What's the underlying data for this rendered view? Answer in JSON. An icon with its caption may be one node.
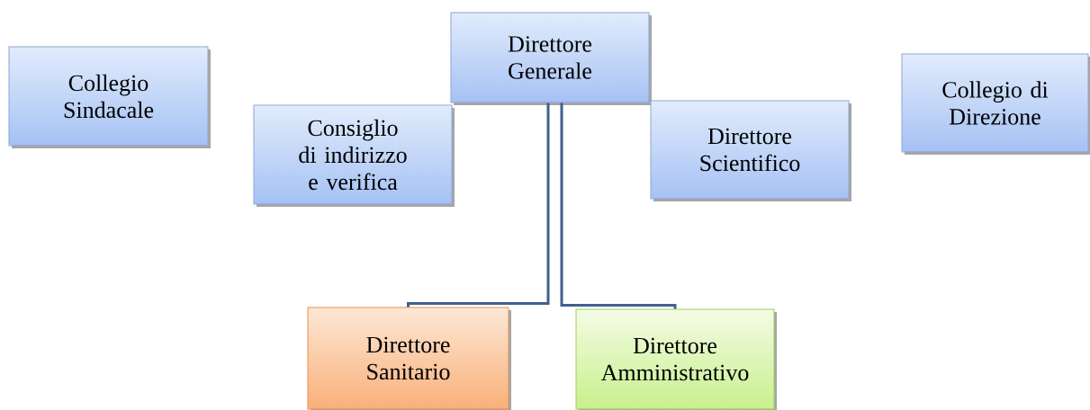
{
  "diagram": {
    "nodes": [
      {
        "text": [
          "Collegio Sindacale"
        ]
      },
      {
        "text": [
          "Direttore Generale"
        ]
      },
      {
        "text": [
          "Collegio di Direzione"
        ]
      },
      {
        "text": [
          "Consiglio di indirizzo e verifica"
        ]
      },
      {
        "text": [
          "Direttore Scientifico"
        ]
      },
      {
        "text": [
          "Direttore Sanitario"
        ]
      },
      {
        "text": [
          "Direttore Amministrativo"
        ]
      }
    ],
    "edges": [
      {
        "from": 1,
        "to": 5,
        "arrow": "none"
      },
      {
        "from": 1,
        "to": 6,
        "arrow": "none"
      }
    ]
  }
}
